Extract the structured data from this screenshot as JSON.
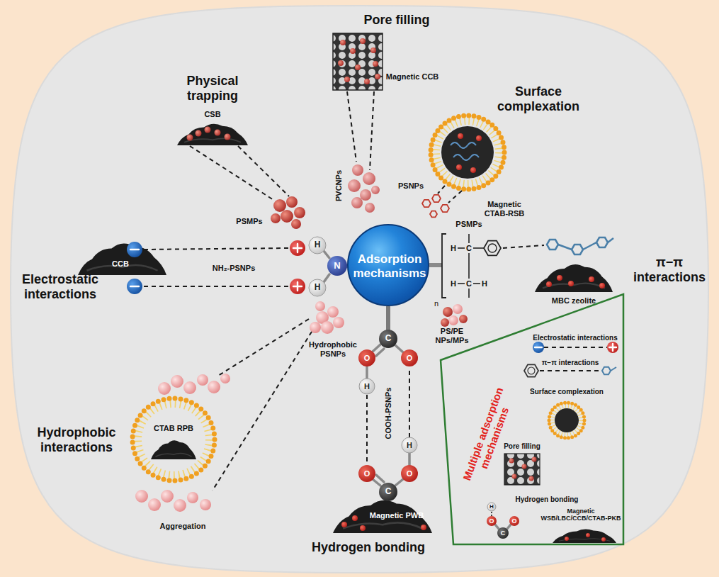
{
  "diagram": {
    "nodes": [
      {
        "text": [
          "Adsorption mechanisms"
        ]
      },
      {
        "text": [
          "Multiple adsorption mechanisms",
          "Electrostatic interactions",
          "π−π interactions",
          "Surface complexation",
          "Pore filling",
          "Hydrogen bonding",
          "Magnetic WSB/LBC/CCB/CTAB-PKB"
        ]
      }
    ],
    "labels": [
      "Pore filling",
      "Magnetic CCB",
      "Physical trapping",
      "CSB",
      "PVCNPs",
      "Surface complexation",
      "PSNPs",
      "Magnetic CTAB-RSB",
      "PSMPs",
      "PSMPs",
      "π−π interactions",
      "MBC zeolite",
      "Electrostatic interactions",
      "CCB",
      "NH₂-PSNPs",
      "Hydrophobic PSNPs",
      "CTAB RPB",
      "Aggregation",
      "Hydrophobic interactions",
      "COOH-PSNPs",
      "Magnetic PWB",
      "Hydrogen bonding",
      "PS/PE NPs/MPs",
      "n",
      "H",
      "H",
      "N",
      "H",
      "C",
      "H",
      "C",
      "H",
      "C",
      "O",
      "O",
      "H",
      "H",
      "O",
      "O",
      "C",
      "C",
      "O",
      "O",
      "H"
    ]
  }
}
